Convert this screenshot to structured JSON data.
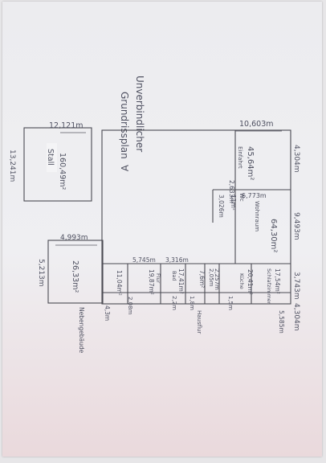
{
  "title_line1": "Unverbindlicher",
  "title_line2": "Grundrissplan",
  "title_mark": "∀",
  "stall": {
    "width": "12,121m",
    "depth": "13,241m",
    "area": "160,49m²",
    "name": "Stall"
  },
  "shed": {
    "width": "4,993m",
    "depth": "5,213m",
    "area": "26,33m²"
  },
  "house": {
    "total_length": "10,603m",
    "left_depth": "4,304m",
    "right_depth": "4,304m",
    "depth_mid": "9,493m",
    "depth_right": "3,743m",
    "rooms": [
      {
        "name": "Einfahrt",
        "area": "45,64m²"
      },
      {
        "name": "Wohnraum",
        "area": "64,30m²"
      },
      {
        "name": "Küche",
        "area": "20,41m²"
      },
      {
        "name": "Schlafzimmer",
        "area": "17,54m²"
      },
      {
        "name": "Wc",
        "area": "11m²"
      },
      {
        "name": "Bad",
        "area": "17,41m²"
      },
      {
        "name": "Flur",
        "area": "19,87m²"
      },
      {
        "name": "",
        "area": "11,04m²"
      },
      {
        "name": "",
        "area": "7,6m²"
      }
    ],
    "dims": [
      "2,633m",
      "6,773m",
      "3,026m",
      "5,745m",
      "3,316m",
      "2,05m",
      "2,257m",
      "2,08m",
      "5,585m",
      "2,2m",
      "1,8m",
      "1,5m",
      "4,3m"
    ],
    "label_bottom": "Nebengebäude",
    "label_hallway": "Hausflur"
  }
}
